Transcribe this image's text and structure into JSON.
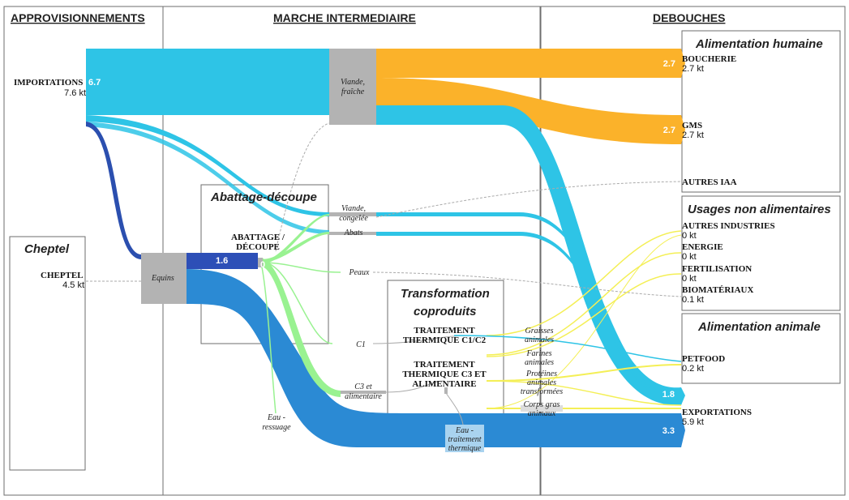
{
  "sections": {
    "approvisionnements": "APPROVISIONNEMENTS",
    "marche": "MARCHE INTERMEDIAIRE",
    "debouches": "DEBOUCHES"
  },
  "groups": {
    "cheptel": "Cheptel",
    "abattage": "Abattage-découpe",
    "transformation_1": "Transformation",
    "transformation_2": "coproduits",
    "alimentation_humaine": "Alimentation humaine",
    "usages": "Usages non alimentaires",
    "alimentation_animale": "Alimentation animale"
  },
  "sources": {
    "importations": {
      "label": "IMPORTATIONS",
      "value": "7.6 kt",
      "flow": "6.7"
    },
    "cheptel": {
      "label": "CHEPTEL",
      "value": "4.5 kt"
    }
  },
  "intermediate": {
    "equins": "Equins",
    "viande_fraiche": [
      "Viande,",
      "fraîche"
    ],
    "abattage_1": "ABATTAGE /",
    "abattage_2": "DÉCOUPE",
    "abattage_flow": "1.6",
    "abattage_flow_small": "0",
    "viande_congelee": [
      "Viande,",
      "congelée"
    ],
    "abats": "Abats",
    "peaux": "Peaux",
    "c1": "C1",
    "c3": [
      "C3 et",
      "alimentaire"
    ],
    "eau_ressuage": [
      "Eau -",
      "ressuage"
    ],
    "traitement_c1_1": "TRAITEMENT",
    "traitement_c1_2": "THERMIQUE C1/C2",
    "traitement_c3_1": "TRAITEMENT",
    "traitement_c3_2": "THERMIQUE C3 ET",
    "traitement_c3_3": "ALIMENTAIRE",
    "graisses": [
      "Graisses",
      "animales"
    ],
    "farines": [
      "Farines",
      "animales"
    ],
    "proteines": [
      "Protéines",
      "animales",
      "transformées"
    ],
    "corps_gras": [
      "Corps gras",
      "animaux"
    ],
    "eau_traitement": [
      "Eau -",
      "traitement",
      "thermique"
    ]
  },
  "outputs": {
    "boucherie": {
      "label": "BOUCHERIE",
      "value": "2.7 kt",
      "flow": "2.7"
    },
    "gms": {
      "label": "GMS",
      "value": "2.7 kt",
      "flow": "2.7"
    },
    "autres_iaa": {
      "label": "AUTRES IAA"
    },
    "autres_industries": {
      "label": "AUTRES INDUSTRIES",
      "value": "0 kt"
    },
    "energie": {
      "label": "ENERGIE",
      "value": "0 kt"
    },
    "fertilisation": {
      "label": "FERTILISATION",
      "value": "0 kt"
    },
    "biomateriaux": {
      "label": "BIOMATÉRIAUX",
      "value": "0.1 kt"
    },
    "petfood": {
      "label": "PETFOOD",
      "value": "0.2 kt"
    },
    "exportations": {
      "label": "EXPORTATIONS",
      "value": "5.9 kt",
      "flow_a": "1.8",
      "flow_b": "3.3"
    }
  },
  "colors": {
    "import": "#2ec4e6",
    "fresh": "#fbb22a",
    "cheptel": "#2b4faf",
    "export": "#2b8ad4",
    "coproduct": "#99f291",
    "yellow": "#f4ef56",
    "node_gray": "#b3b3b3"
  }
}
